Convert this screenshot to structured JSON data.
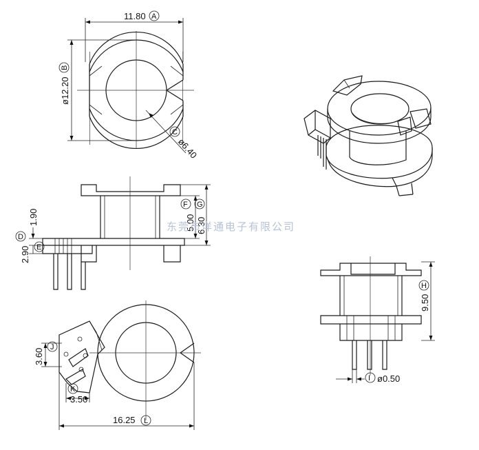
{
  "dimensions": {
    "A": {
      "tag": "A",
      "value": "11.80"
    },
    "B": {
      "tag": "B",
      "value": "ø12.20"
    },
    "C": {
      "tag": "C",
      "value": "ø6.40"
    },
    "D": {
      "tag": "D",
      "value": "1.90"
    },
    "E": {
      "tag": "E",
      "value": "2.90"
    },
    "F": {
      "tag": "F",
      "value": "5.00"
    },
    "G": {
      "tag": "G",
      "value": "6.30"
    },
    "H": {
      "tag": "H",
      "value": "9.50"
    },
    "I": {
      "tag": "I",
      "value": "ø0.50"
    },
    "J": {
      "tag": "J",
      "value": "3.60"
    },
    "K": {
      "tag": "K",
      "value": "3.50"
    },
    "L": {
      "tag": "L",
      "value": "16.25"
    }
  },
  "watermark": "东莞市洋通电子有限公司"
}
